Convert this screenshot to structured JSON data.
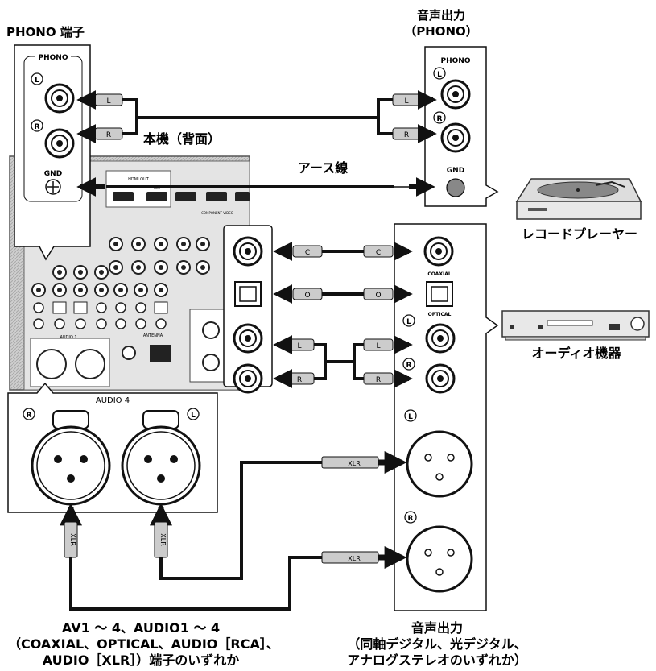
{
  "top_left_label": "PHONO 端子",
  "top_right_label_line1": "音声出力",
  "top_right_label_line2": "（PHONO）",
  "unit_rear_label": "本機（背面）",
  "ground_wire_label": "アース線",
  "turntable_label": "レコードプレーヤー",
  "audio_device_label": "オーディオ機器",
  "left_phono_panel": {
    "title": "PHONO",
    "left_mark": "L",
    "right_mark": "R",
    "gnd": "GND"
  },
  "right_phono_panel": {
    "title": "PHONO",
    "left_mark": "L",
    "right_mark": "R",
    "gnd": "GND"
  },
  "cable_labels": {
    "l": "L",
    "r": "R",
    "c": "C",
    "o": "O",
    "xlr": "XLR"
  },
  "audio_device_panel": {
    "coaxial": "COAXIAL",
    "optical": "OPTICAL"
  },
  "audio4_panel": {
    "title": "AUDIO 4",
    "right_mark": "R",
    "left_mark": "L"
  },
  "rear_panel_small": {
    "hdmi_out": "HDMI OUT",
    "arc": "ARC",
    "antenna": "ANTENNA",
    "audio1": "AUDIO 1",
    "component": "COMPONENT VIDEO"
  },
  "bottom_left_caption": [
    "AV1 ～ 4、AUDIO1 ～ 4",
    "（COAXIAL、OPTICAL、AUDIO［RCA］、",
    "AUDIO［XLR］）端子のいずれか"
  ],
  "bottom_right_caption": [
    "音声出力",
    "（同軸デジタル、光デジタル、",
    "アナログステレオのいずれか）"
  ]
}
